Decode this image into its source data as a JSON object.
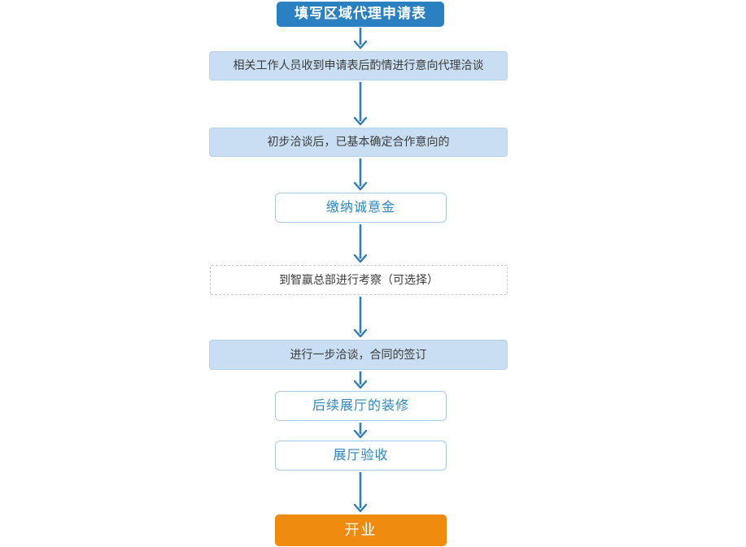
{
  "flowchart": {
    "description": "regional-agency-application-process-flow",
    "steps": [
      {
        "id": "fill-application",
        "label": "填写区域代理申请表",
        "style": "primary"
      },
      {
        "id": "staff-negotiation",
        "label": "相关工作人员收到申请表后酌情进行意向代理洽谈",
        "style": "info"
      },
      {
        "id": "confirm-intention",
        "label": "初步洽谈后，已基本确定合作意向的",
        "style": "info"
      },
      {
        "id": "pay-deposit",
        "label": "缴纳诚意金",
        "style": "outline"
      },
      {
        "id": "hq-visit-optional",
        "label": "到智赢总部进行考察（可选择）",
        "style": "dashed"
      },
      {
        "id": "contract-signing",
        "label": "进行一步洽谈，合同的签订",
        "style": "info"
      },
      {
        "id": "showroom-decoration",
        "label": "后续展厅的装修",
        "style": "outline"
      },
      {
        "id": "showroom-acceptance",
        "label": "展厅验收",
        "style": "outline"
      },
      {
        "id": "opening",
        "label": "开业",
        "style": "accent"
      }
    ],
    "colors": {
      "primary_blue": "#2b80c2",
      "info_background": "#c9def2",
      "info_border": "#b6d2ea",
      "outline_border": "#abc9de",
      "outline_text": "#2e86c1",
      "dashed_border": "#c9c9c9",
      "accent_orange": "#ef8b0e",
      "arrow_blue": "#2e7cb8",
      "dark_text": "#3c3c3c"
    }
  }
}
